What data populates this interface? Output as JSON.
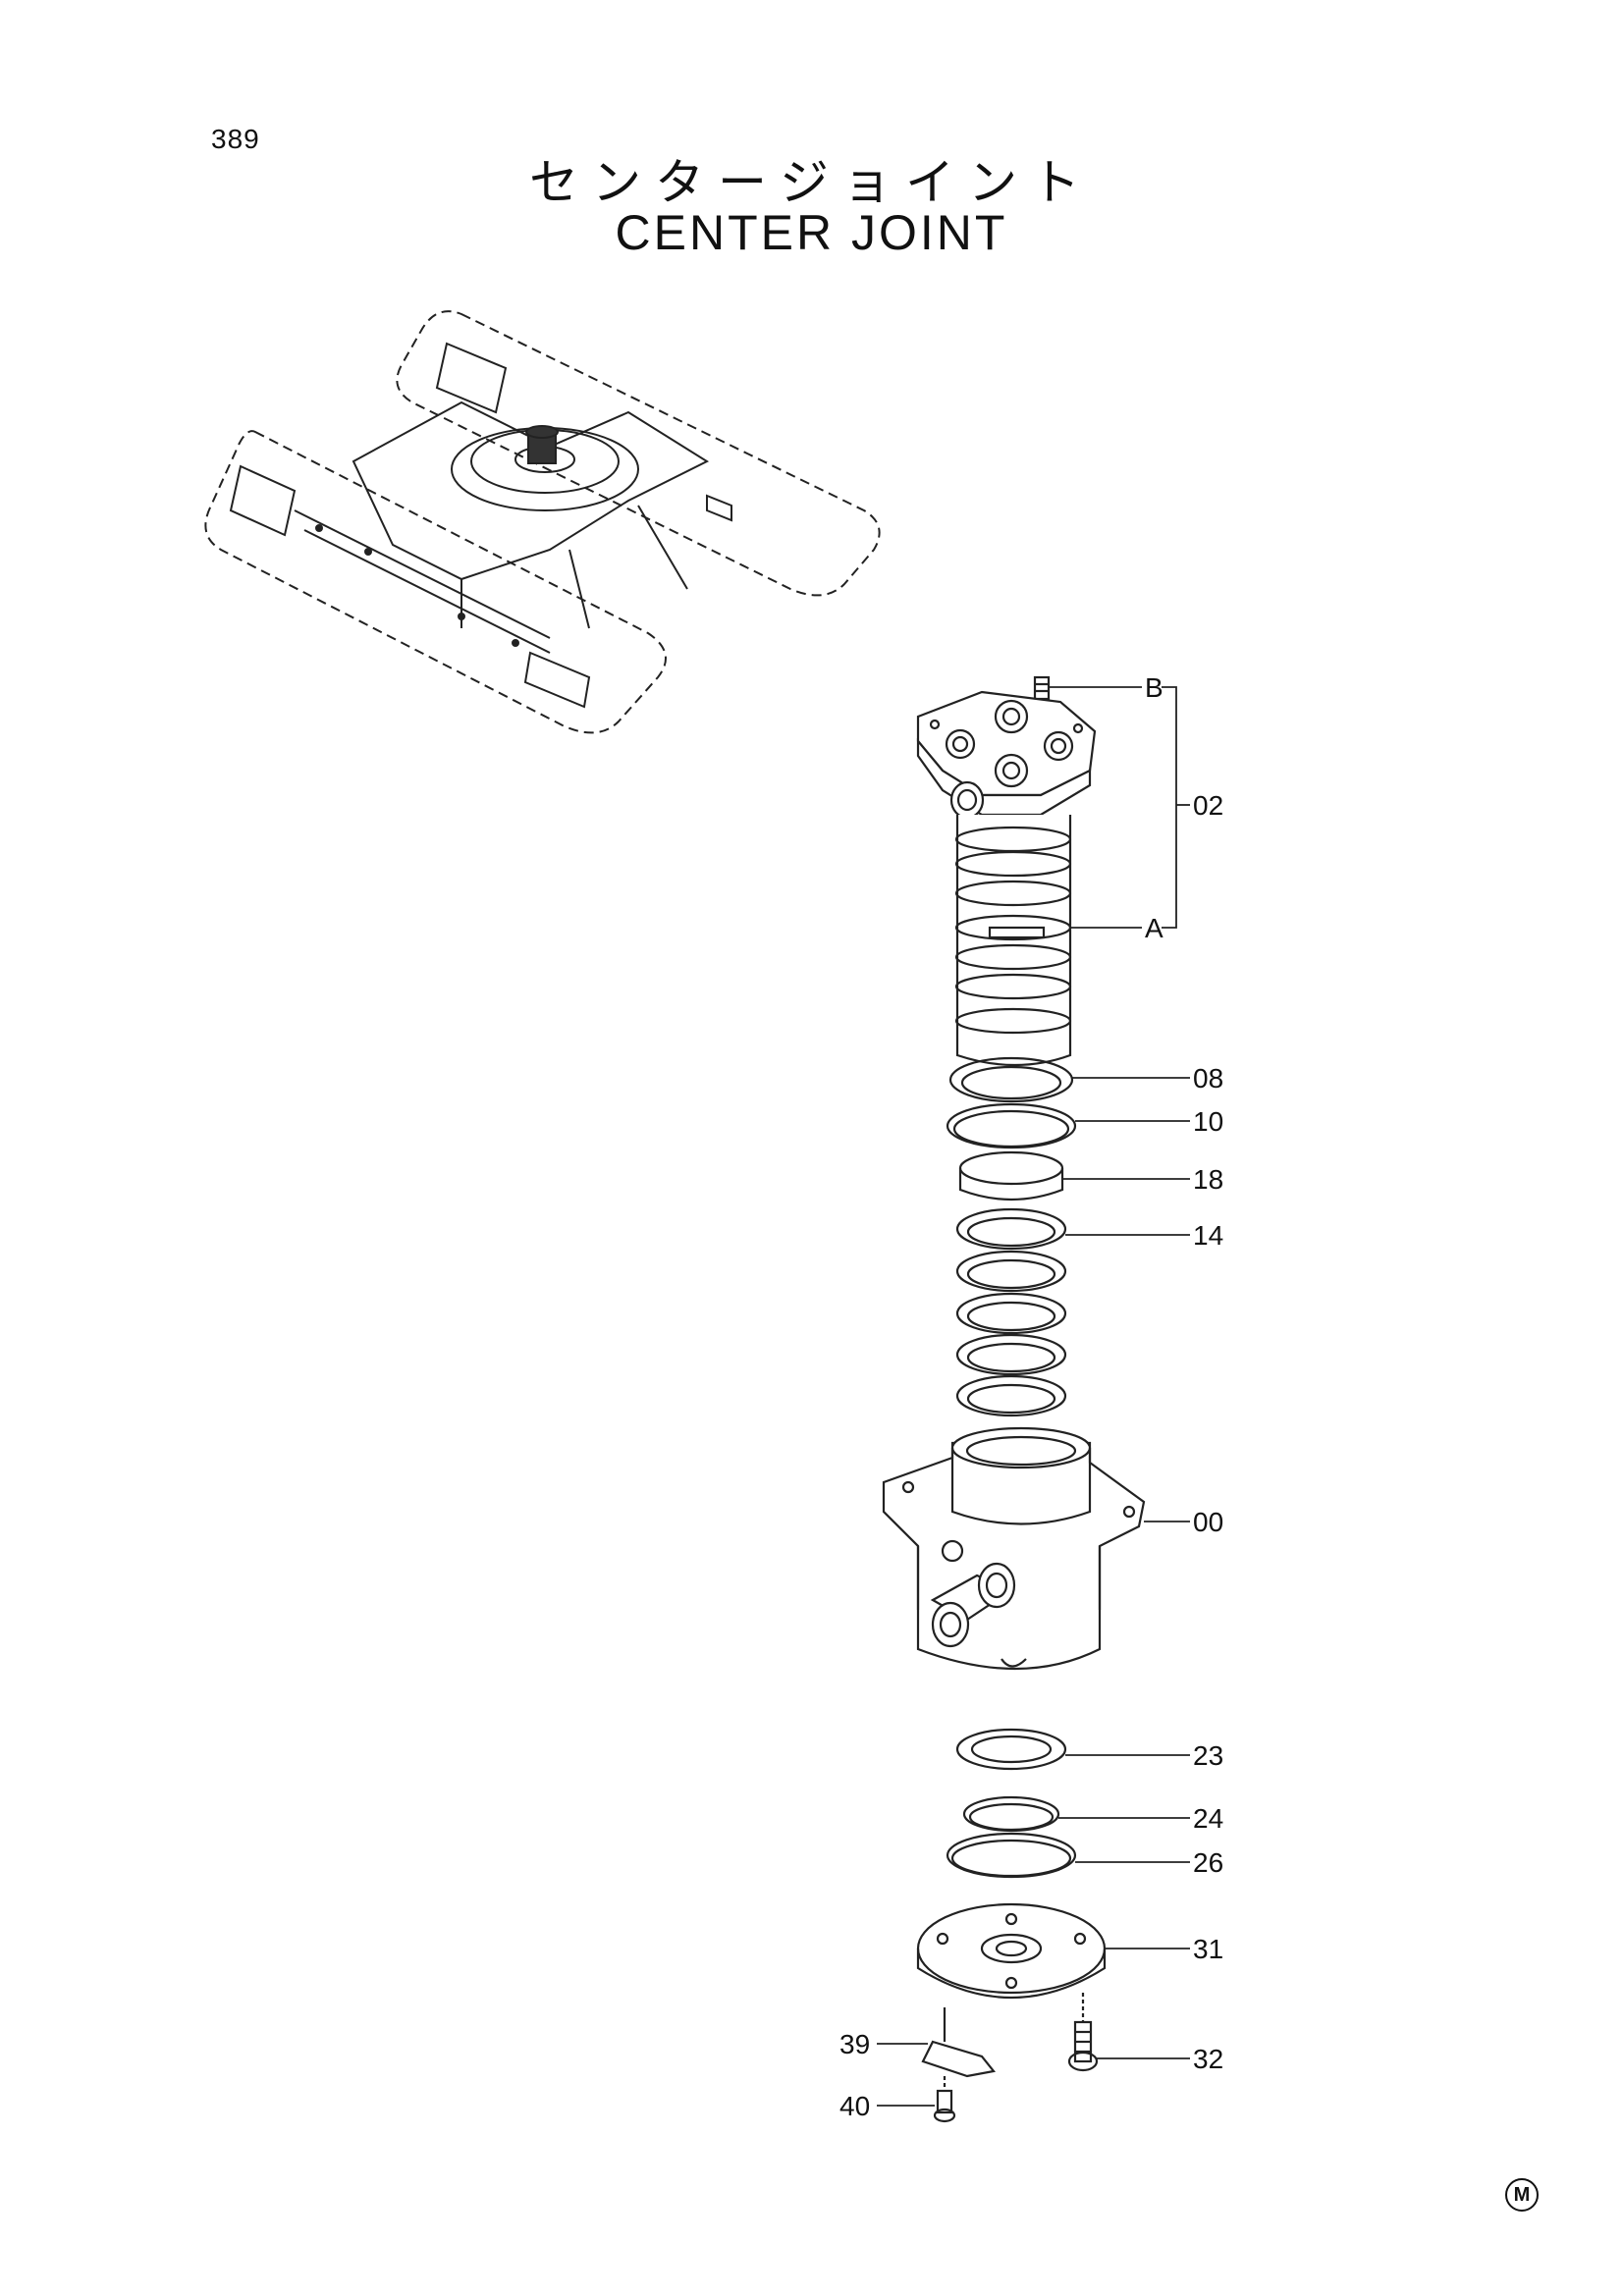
{
  "header": {
    "page_number": "389",
    "title_jp": "センタージョイント",
    "title_en": "CENTER JOINT"
  },
  "callouts": {
    "B": "B",
    "A": "A",
    "c02": "02",
    "c08": "08",
    "c10": "10",
    "c18": "18",
    "c14": "14",
    "c00": "00",
    "c23": "23",
    "c24": "24",
    "c26": "26",
    "c31": "31",
    "c39": "39",
    "c32": "32",
    "c40": "40"
  },
  "footer": {
    "mark": "M"
  }
}
